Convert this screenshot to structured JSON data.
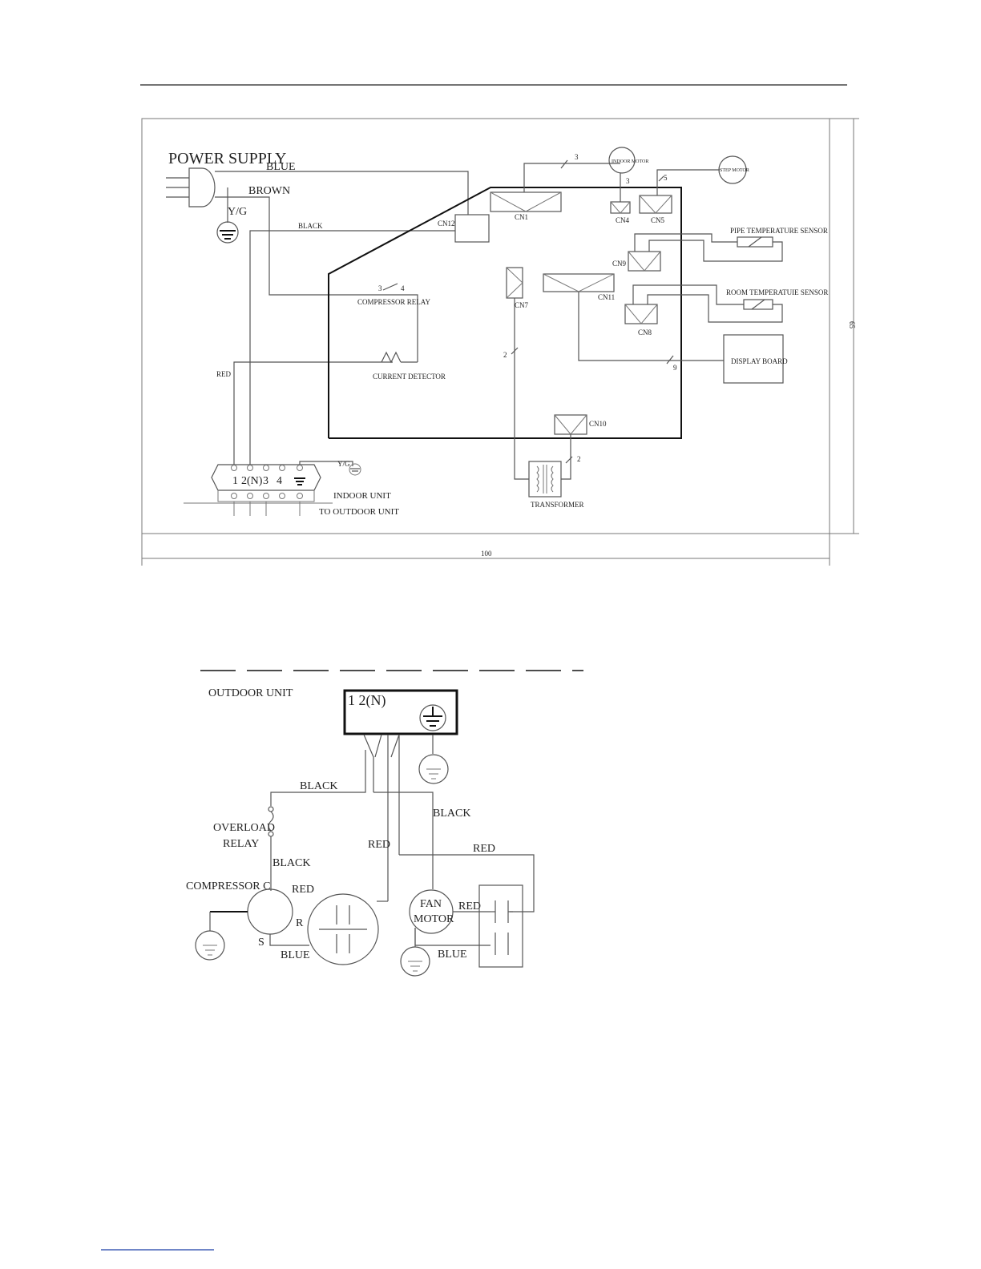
{
  "indoor": {
    "power_supply": "POWER SUPPLY",
    "wires": {
      "blue": "BLUE",
      "brown": "BROWN",
      "yg": "Y/G",
      "black": "BLACK",
      "red": "RED",
      "yg_small": "Y/G"
    },
    "connectors": {
      "cn1": "CN1",
      "cn4": "CN4",
      "cn5": "CN5",
      "cn7": "CN7",
      "cn8": "CN8",
      "cn9": "CN9",
      "cn10": "CN10",
      "cn11": "CN11",
      "cn12": "CN12"
    },
    "components": {
      "indoor_motor": "INDOOR MOTOR",
      "step_motor": "STEP MOTOR",
      "pipe_sensor": "PIPE TEMPERATURE SENSOR",
      "room_sensor": "ROOM TEMPERATUIE SENSOR",
      "compressor_relay": "COMPRESSOR RELAY",
      "current_detector": "CURRENT DETECTOR",
      "display_board": "DISPLAY BOARD",
      "transformer": "TRANSFORMER"
    },
    "counts": {
      "cn1": "3",
      "cn4": "3",
      "cn5": "5",
      "relay_a": "3",
      "relay_b": "4",
      "cn7": "2",
      "display": "9",
      "transformer": "2"
    },
    "terminal": {
      "t1": "1",
      "t2": "2(N)",
      "t3": "3",
      "t4": "4"
    },
    "indoor_unit": "INDOOR UNIT",
    "to_outdoor": "TO OUTDOOR UNIT",
    "dim_width": "100",
    "dim_height": "65"
  },
  "outdoor": {
    "title": "OUTDOOR UNIT",
    "terminal_label": "1 2(N)",
    "labels": {
      "black_top": "BLACK",
      "black_right": "BLACK",
      "black_mid": "BLACK",
      "overload1": "OVERLOAD",
      "overload2": "RELAY",
      "red_left": "RED",
      "red_right": "RED",
      "red_comp": "RED",
      "red_cap": "RED",
      "compressor": "COMPRESSOR C",
      "r": "R",
      "s": "S",
      "blue_comp": "BLUE",
      "blue_fan": "BLUE",
      "fan1": "FAN",
      "fan2": "MOTOR"
    }
  }
}
